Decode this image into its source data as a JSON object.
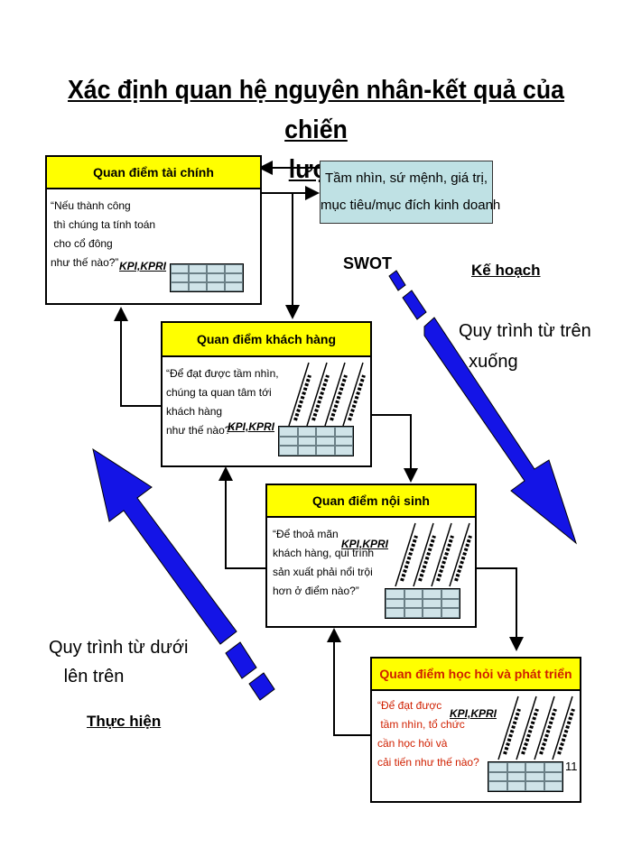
{
  "title": "Xác định quan hệ nguyên nhân-kết quả của chiến lược",
  "title_lines": [
    "Xác định quan hệ nguyên nhân-kết quả của chiến",
    "lược"
  ],
  "vision": "Tầm nhìn, sứ mệnh, giá trị,\nmục tiêu/mục đích kinh doanh",
  "swot": "SWOT",
  "plan": "Kế hoạch",
  "top_down": "Quy trình từ trên\n  xuống",
  "bottom_up": "Quy trình từ dưới\n   lên trên",
  "execute": "Thực hiện",
  "page_number": "11",
  "perspectives": [
    {
      "header": "Quan điểm tài chính",
      "question": "“Nếu thành công\n thì chúng ta tính toán\n cho cổ đông\nnhư thế nào?”",
      "kpi": "KPI,KPRI"
    },
    {
      "header": "Quan điểm khách hàng",
      "question": "“Để đạt được tầm nhìn,\nchúng ta quan tâm tới\nkhách hàng\nnhư thế nào?”",
      "kpi": "KPI,KPRI"
    },
    {
      "header": "Quan điểm nội sinh",
      "question": "“Để thoả mãn\nkhách hàng, qui trình\nsản xuất phải nổi trội\nhơn ở điểm nào?”",
      "kpi": "KPI,KPRI"
    },
    {
      "header": "Quan điểm học hỏi và phát triển",
      "question": "“Để đạt được\n tầm nhìn, tổ chức\ncần học hỏi và\ncải tiến như thế nào?",
      "kpi": "KPI,KPRI"
    }
  ],
  "colors": {
    "header_bg": "#ffff00",
    "vision_bg": "#bfe1e4",
    "arrow": "#1414e6",
    "question4": "#d02000"
  }
}
